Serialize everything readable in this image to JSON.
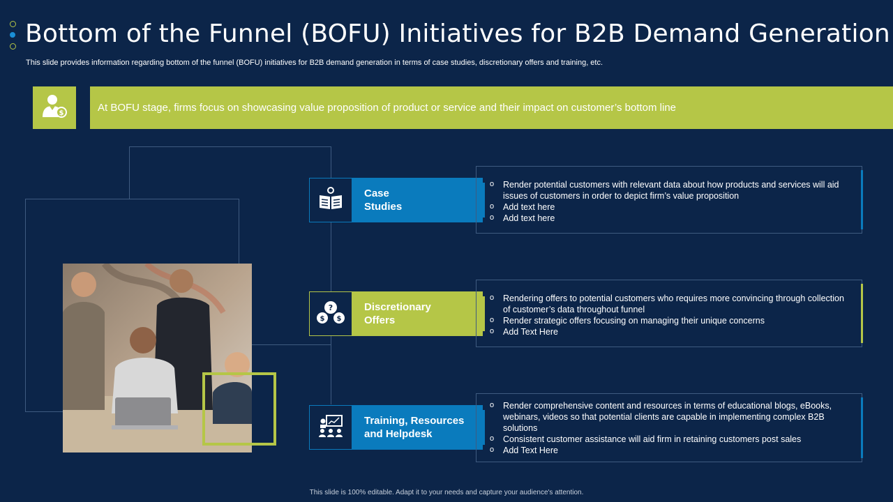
{
  "title": "Bottom of the Funnel (BOFU) Initiatives for B2B Demand Generation",
  "subtitle": "This slide provides information regarding bottom of the funnel (BOFU) initiatives for B2B demand generation in terms of case studies, discretionary offers and training, etc.",
  "banner": {
    "icon": "user-dollar-icon",
    "text": "At BOFU stage, firms focus on showcasing value proposition of product or service and their impact on customer’s bottom line"
  },
  "colors": {
    "background": "#0c2549",
    "green": "#b5c647",
    "blue": "#0a7bbd"
  },
  "initiatives": [
    {
      "label_line1": "Case",
      "label_line2": "Studies",
      "icon": "book-icon",
      "bullets": [
        "Render potential customers with relevant  data about how products and services will aid issues of customers in order to depict firm’s value  proposition",
        "Add text here",
        "Add text here"
      ]
    },
    {
      "label_line1": "Discretionary",
      "label_line2": "Offers",
      "icon": "money-bags-icon",
      "bullets": [
        "Rendering  offers  to potential customers who requires  more convincing through collection of customer’s data throughout funnel",
        "Render  strategic offers  focusing on managing their unique  concerns",
        "Add Text Here"
      ]
    },
    {
      "label_line1": "Training, Resources",
      "label_line2": "and Helpdesk",
      "icon": "training-presentation-icon",
      "bullets": [
        "Render comprehensive  content and resources  in terms of educational blogs, eBooks, webinars,  videos  so that potential clients are capable in implementing complex B2B solutions",
        "Consistent customer assistance will aid firm in retaining customers post sales",
        "Add Text Here"
      ]
    }
  ],
  "footer": "This slide is 100% editable.  Adapt it to your needs and capture your audience's attention."
}
